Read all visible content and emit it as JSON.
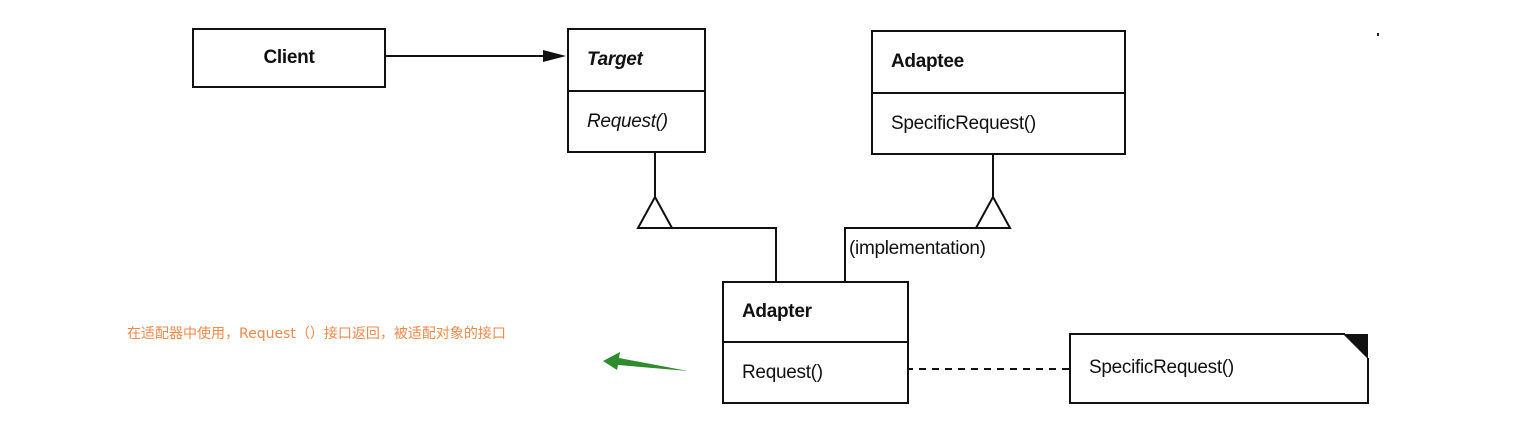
{
  "diagram": {
    "classes": {
      "client": {
        "name": "Client"
      },
      "target": {
        "name": "Target",
        "operation": "Request()"
      },
      "adaptee": {
        "name": "Adaptee",
        "operation": "SpecificRequest()"
      },
      "adapter": {
        "name": "Adapter",
        "operation": "Request()"
      }
    },
    "relation_label": "(implementation)",
    "note": {
      "text": "SpecificRequest()"
    },
    "annotation": {
      "text": "在适配器中使用，Request（）接口返回，被适配对象的接口",
      "color": "#f08a4b",
      "arrow_color": "#2e8b2e"
    }
  }
}
